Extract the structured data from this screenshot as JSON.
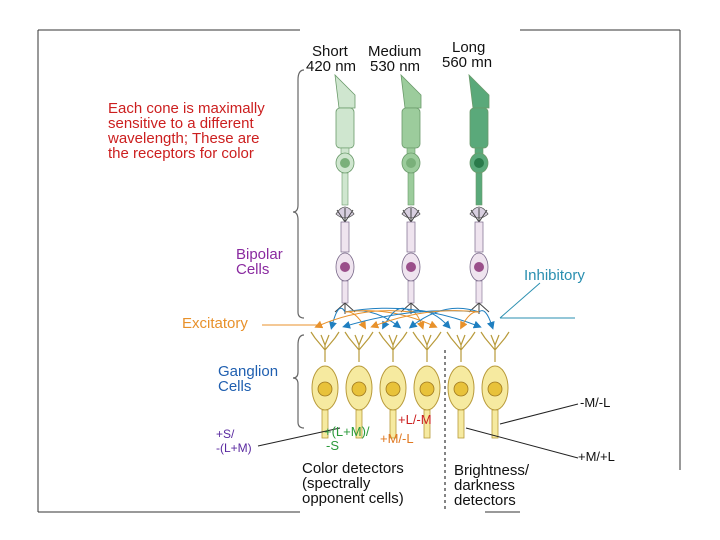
{
  "cones": [
    {
      "name": "Short",
      "wavelength": "420 nm",
      "color": "#cfe6cf"
    },
    {
      "name": "Medium",
      "wavelength": "530 nm",
      "color": "#9ccc9c"
    },
    {
      "name": "Long",
      "wavelength": "560 mn",
      "color": "#5aa97a"
    }
  ],
  "note": {
    "lines": [
      "Each cone is maximally",
      "sensitive to a different",
      "wavelength; These are",
      "the receptors for color"
    ],
    "color": "#cc1f1f"
  },
  "bipolar": {
    "lines": [
      "Bipolar",
      "Cells"
    ],
    "color": "#8a2aa0"
  },
  "inhibitory": {
    "text": "Inhibitory",
    "color": "#2a8fb0"
  },
  "excitatory": {
    "text": "Excitatory",
    "color": "#e8912b"
  },
  "ganglion": {
    "lines": [
      "Ganglion",
      "Cells"
    ],
    "color": "#1f5fb0"
  },
  "opponent_labels": {
    "s_vs_lm": [
      "+S/",
      "-(L+M)"
    ],
    "lm_vs_s": [
      "+(L+M)/",
      "-S"
    ],
    "l_vs_m": "+L/-M",
    "m_vs_l": "+M/-L",
    "neg_m_l": "-M/-L",
    "pos_m_l": "+M/+L"
  },
  "bottom": {
    "color_detectors": [
      "Color detectors",
      "(spectrally",
      "opponent cells)"
    ],
    "brightness_detectors": [
      "Brightness/",
      "darkness",
      "detectors"
    ]
  },
  "colors": {
    "ganglion_fill": "#f6eaa0",
    "ganglion_stroke": "#b89a3a",
    "nucleus": "#e8c23a",
    "bipolar_fill": "#efe4ef",
    "bipolar_nucleus": "#9a4f8a",
    "green_text": "#2a9a3a",
    "purple_text": "#5a2aa0",
    "red_text": "#cc1f1f",
    "orange_text": "#e07820"
  }
}
